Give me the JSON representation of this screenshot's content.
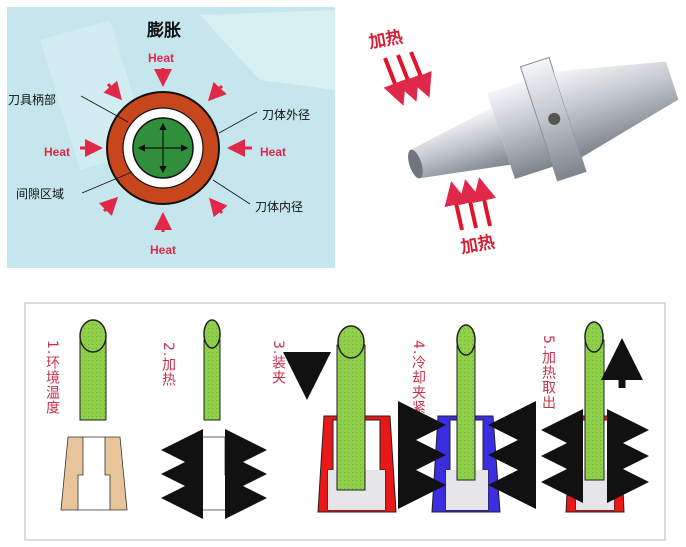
{
  "expansion_diagram": {
    "title": "膨胀",
    "heat_label": "Heat",
    "labels": {
      "shank": "刀具柄部",
      "outer_diameter": "刀体外径",
      "gap_area": "间隙区域",
      "inner_diameter": "刀体内径"
    },
    "colors": {
      "background": "#bfe3ea",
      "ring": "#c8461c",
      "core": "#2f8f3a",
      "arrow": "#e0284a"
    }
  },
  "holder_photo": {
    "heat_label_top": "加热",
    "heat_label_bottom": "加热"
  },
  "process_steps": [
    {
      "label": "1.环境温度",
      "holder_color": "#e8c49a"
    },
    {
      "label": "2.加热",
      "holder_color": "#e81818"
    },
    {
      "label": "3.装夹",
      "holder_color": "#e81818"
    },
    {
      "label": "4.冷却夹紧",
      "holder_color": "#3a2ee0"
    },
    {
      "label": "5.加热取出",
      "holder_color": "#e81818"
    }
  ]
}
